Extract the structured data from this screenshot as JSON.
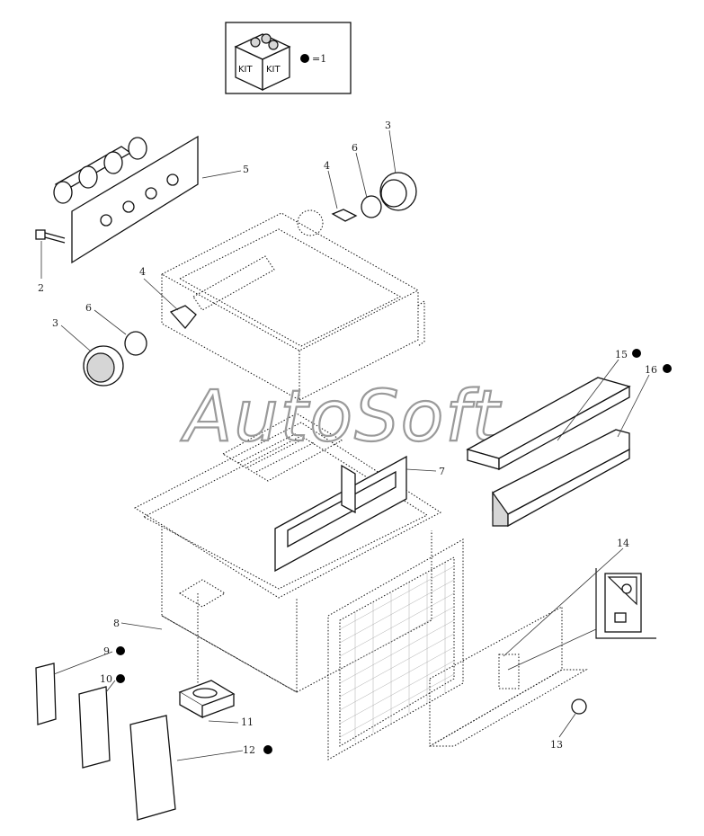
{
  "legend": {
    "kit_label_left": "KIT",
    "kit_label_right": "KIT",
    "equals_text": "=1"
  },
  "watermark": "AutoSoft",
  "callouts": {
    "c1": "15",
    "c2": "16",
    "c3": "5",
    "c4": "3",
    "c5": "6",
    "c6": "4",
    "c7": "2",
    "c8": "4",
    "c9": "6",
    "c10": "3",
    "c11": "7",
    "c12": "14",
    "c13": "8",
    "c14": "9",
    "c15": "10",
    "c16": "11",
    "c17": "12",
    "c18": "13"
  },
  "kit_marker_color": "#000000"
}
